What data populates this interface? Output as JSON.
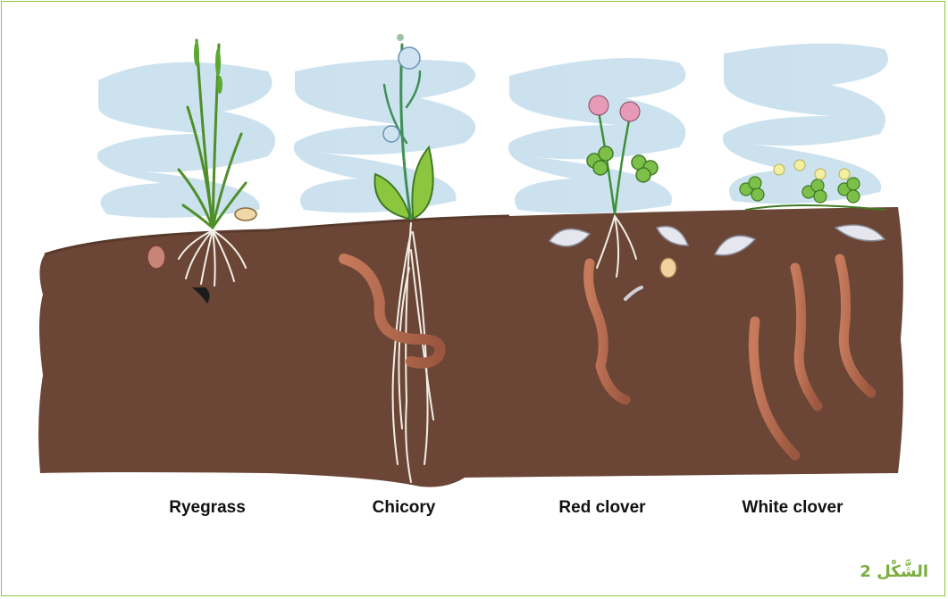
{
  "labels": {
    "ryegrass": "Ryegrass",
    "chicory": "Chicory",
    "red_clover": "Red clover",
    "white_clover": "White clover"
  },
  "caption": "الشَّكْل 2",
  "colors": {
    "soil": "#6b4636",
    "sky": "#c9e1ee",
    "worm": "#b06a52",
    "leaf": "#5aa832",
    "frame": "#8cc63f",
    "caption": "#7aaf3f"
  }
}
